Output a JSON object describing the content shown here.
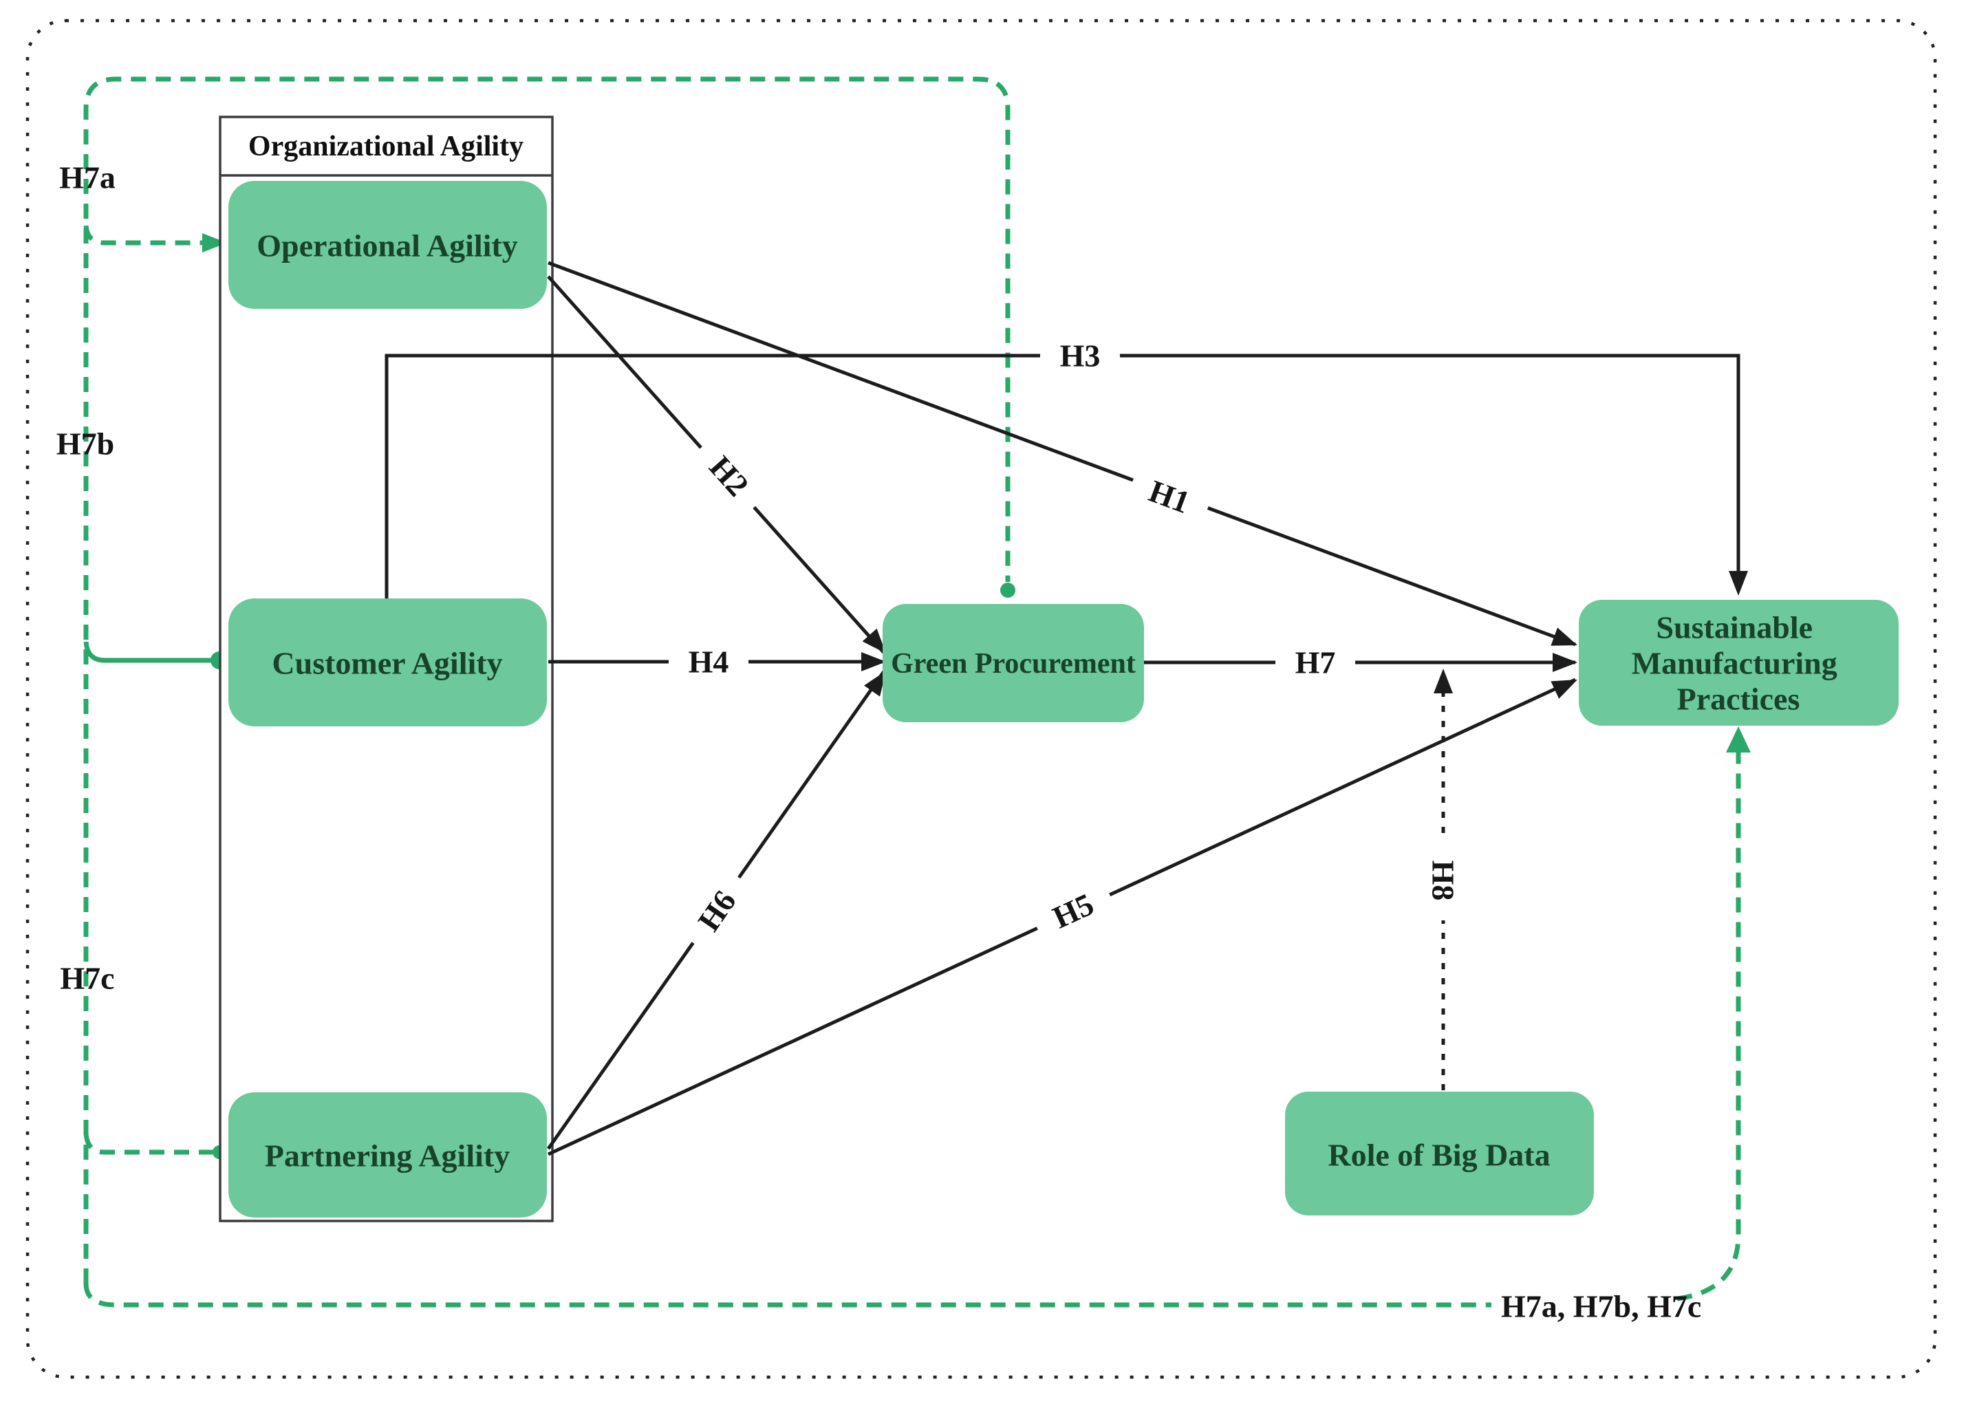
{
  "figure": {
    "container": {
      "title": "Organizational Agility"
    },
    "nodes": {
      "operational_agility": {
        "label": "Operational Agility"
      },
      "customer_agility": {
        "label": "Customer Agility"
      },
      "partnering_agility": {
        "label": "Partnering Agility"
      },
      "green_procurement": {
        "label": "Green Procurement"
      },
      "sustainable_manufacturing_practices": {
        "lines": [
          "Sustainable",
          "Manufacturing",
          "Practices"
        ]
      },
      "role_of_big_data": {
        "label": "Role of Big Data"
      }
    },
    "hypotheses": {
      "h1": "H1",
      "h2": "H2",
      "h3": "H3",
      "h4": "H4",
      "h5": "H5",
      "h6": "H6",
      "h7": "H7",
      "h8": "H8",
      "h7a": "H7a",
      "h7b": "H7b",
      "h7c": "H7c",
      "combined": "H7a, H7b, H7c"
    },
    "colors": {
      "node_fill": "#6dc89c",
      "node_text": "#17432a",
      "moderation_green": "#2aa76a",
      "line_black": "#1c1c1c"
    }
  }
}
